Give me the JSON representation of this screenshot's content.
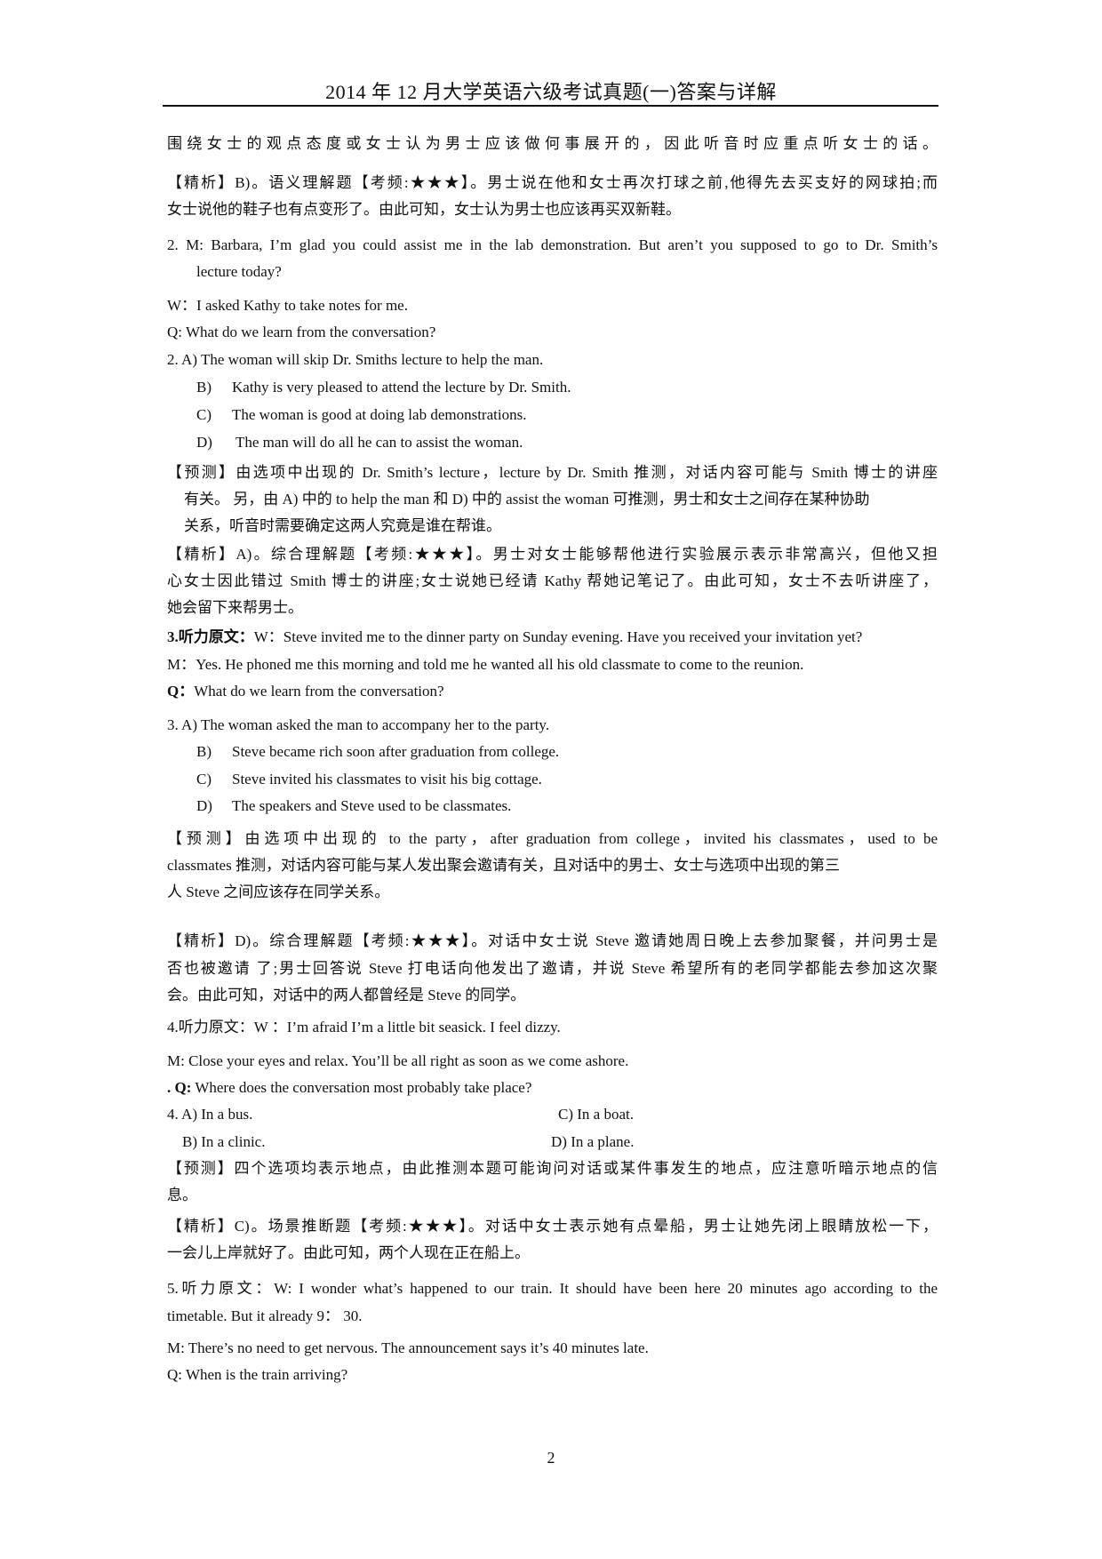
{
  "header": {
    "title": "2014 年 12 月大学英语六级考试真题(一)答案与详解"
  },
  "lines": {
    "l01": "围绕女士的观点态度或女士认为男士应该做何事展开的，因此听音时应重点听女士的话。",
    "l02": "【精析】B)。语义理解题【考频:★★★】。男士说在他和女士再次打球之前,他得先去买支好的网球拍;而",
    "l03": "女士说他的鞋子也有点变形了。由此可知，女士认为男士也应该再买双新鞋。",
    "q2": {
      "m1": "2. M: Barbara, I’m glad you could assist me in the lab demonstration. But aren’t you supposed to go to Dr. Smith’s",
      "m1b": "lecture today?",
      "w": "W：I asked Kathy to take notes for me.",
      "q": "Q: What do we learn from the conversation?",
      "optA": "2. A) The woman will skip Dr. Smiths lecture to help the man.",
      "optB_letter": "B)",
      "optB": "Kathy is very pleased to attend the lecture by Dr. Smith.",
      "optC_letter": "C)",
      "optC": "The woman is good at doing lab demonstrations.",
      "optD_letter": "D)",
      "optD": " The man will do all he can to assist the woman.",
      "predict1": "【预测】由选项中出现的 Dr. Smith’s lecture，lecture by Dr. Smith 推测，对话内容可能与 Smith 博士的讲座",
      "predict2": "有关。 另，由 A) 中的 to help the man 和 D) 中的 assist the woman 可推测，男士和女士之间存在某种协助",
      "predict3": "关系，听音时需要确定这两人究竟是谁在帮谁。",
      "analysis1": "【精析】A)。综合理解题【考频:★★★】。男士对女士能够帮他进行实验展示表示非常高兴，但他又担",
      "analysis2": "心女士因此错过 Smith 博士的讲座;女士说她已经请 Kathy 帮她记笔记了。由此可知，女士不去听讲座了，",
      "analysis3": "她会留下来帮男士。"
    },
    "q3": {
      "w_prefix": "3.听力原文：",
      "w": "W：Steve invited me to the dinner party on Sunday evening. Have you received your invitation yet?",
      "m": "M：Yes. He phoned me this morning and told me he wanted all his old classmate to come to the reunion.",
      "q_prefix": "Q：",
      "q": "What do we learn from the conversation?",
      "optA": "3. A) The woman asked the man to accompany her to the party.",
      "optB_letter": "B)",
      "optB": "Steve became rich soon after graduation from college.",
      "optC_letter": "C)",
      "optC": "Steve invited his classmates to visit his big cottage.",
      "optD_letter": "D)",
      "optD": "The speakers and Steve used to be classmates.",
      "predict1": "【预测】由选项中出现的 to the party，after graduation from college，invited his classmates，used to be",
      "predict2": "classmates 推测，对话内容可能与某人发出聚会邀请有关，且对话中的男士、女士与选项中出现的第三",
      "predict3": "人 Steve 之间应该存在同学关系。",
      "analysis1": "【精析】D)。综合理解题【考频:★★★】。对话中女士说 Steve 邀请她周日晚上去参加聚餐，并问男士是",
      "analysis2": "否也被邀请  了;男士回答说 Steve 打电话向他发出了邀请，并说 Steve 希望所有的老同学都能去参加这次聚",
      "analysis3": "会。由此可知，对话中的两人都曾经是 Steve 的同学。"
    },
    "q4": {
      "w": "4.听力原文：W  ：I’m afraid I’m a little bit seasick. I feel dizzy.",
      "m": "M: Close your eyes and relax. You’ll be all right as soon as we come ashore.",
      "q_prefix": ". Q:",
      "q": " Where does the conversation most probably take place?",
      "optA": "4. A) In a bus.",
      "optB": "B) In a clinic.",
      "optC": "C) In a boat.",
      "optD": "D) In a plane.",
      "predict1": "【预测】四个选项均表示地点，由此推测本题可能询问对话或某件事发生的地点，应注意听暗示地点的信",
      "predict2": "息。",
      "analysis1": "【精析】C)。场景推断题【考频:★★★】。对话中女士表示她有点晕船，男士让她先闭上眼睛放松一下，",
      "analysis2": "一会儿上岸就好了。由此可知，两个人现在正在船上。"
    },
    "q5": {
      "w1": "5.听力原文：W: I wonder what’s happened to our train. It should have been here 20 minutes ago according to the",
      "w2": "timetable. But it already 9： 30.",
      "m": "M: There’s no need to get nervous. The announcement says it’s 40 minutes late.",
      "q": "Q: When is the train arriving?"
    }
  },
  "footer": {
    "page_number": "2"
  }
}
